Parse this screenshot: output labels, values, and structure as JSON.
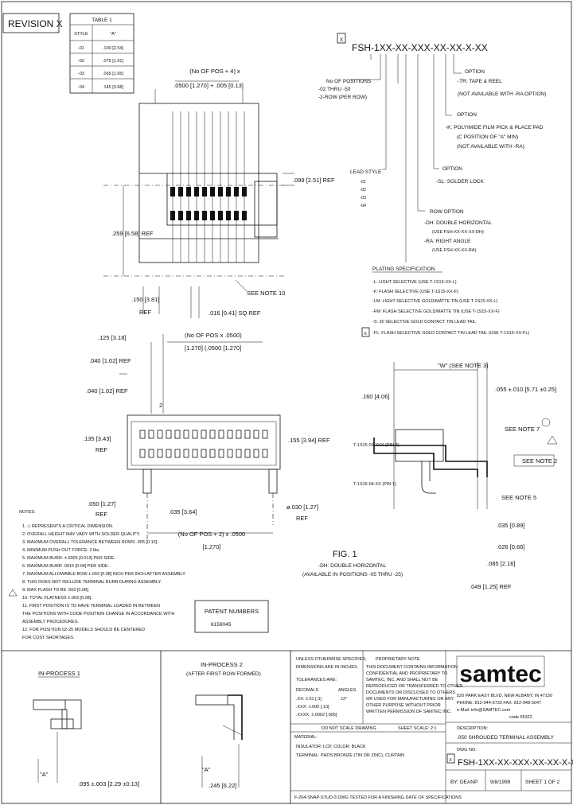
{
  "revision": "REVISION X",
  "table1": {
    "title": "TABLE 1",
    "headers": [
      "STYLE",
      "\"A\""
    ],
    "rows": [
      [
        "-01",
        ".100 [2.54]"
      ],
      [
        "-02",
        ".079 [1.91]"
      ],
      [
        "-03",
        ".065 [1.65]"
      ],
      [
        "-04",
        ".145 [3.68]"
      ]
    ]
  },
  "part": {
    "x_marker": "X",
    "number": "FSH-1XX-XX-XXX-XX-XX-X-XX"
  },
  "options": {
    "positions": [
      "No OF POSITIONS",
      "-02 THRU -50",
      "-2-ROW (PER ROW)"
    ],
    "tr": [
      "OPTION",
      "-TR: TAPE & REEL",
      "(NOT AVAILABLE WITH -RA OPTION)"
    ],
    "k": [
      "OPTION",
      "-K: POLYIMIDE FILM PICK & PLACE PAD",
      "(C POSITION OF \"A\" MIN)",
      "(NOT AVAILABLE WITH -RA)"
    ],
    "lead_style": [
      "LEAD STYLE",
      "-01",
      "-02",
      "-03",
      "-04"
    ],
    "sl": [
      "OPTION",
      "-SL: SOLDER LOCK"
    ],
    "row_option": [
      "ROW OPTION",
      "-DH: DOUBLE HORIZONTAL",
      "(USE FSH-XX-XX-XX-DH)",
      "-RA: RIGHT ANGLE",
      "(USE FSH-XX-XX-RA)"
    ],
    "plating": [
      "PLATING SPECIFICATION",
      "-L: LIGHT SELECTIVE (USE T-1S15-XX-L)",
      "-F: FLASH SELECTIVE (USE T-1S15-XX-F)",
      "-LM: LIGHT SELECTIVE GOLD/MATTE TIN (USE T-1S15-XX-L)",
      "-FM: FLASH SELECTIVE GOLD/MATTE TIN (USE T-1S15-XX-F)",
      "-S: 30 SELECTIVE GOLD CONTACT TIN LEAD TAIL"
    ],
    "plating_x": "X",
    "plating_last": "-FL: FLASH SELECTIVE GOLD CONTACT TIN LEAD TAIL (USE T-1S15-XX-FL)"
  },
  "dims": {
    "top_pitch": "(No OF POS + 4) x",
    "top_pitch2": ".0500 [1.270] + .005 [0.13]",
    "d099": ".099 [2.51] REF",
    "d259": ".259 [6.58] REF",
    "d150": ".150 [3.81]",
    "d150ref": "REF",
    "d016": ".016 [0.41] SQ REF",
    "see_note_10": "SEE NOTE 10",
    "d125": ".125 [3.18]",
    "d040a": ".040 [1.02] REF",
    "d040b": ".040 [1.02] REF",
    "pitch_mid": "(No OF POS x .0500)",
    "pitch_mid2": "[1.270] (.0500 [1.270]",
    "label_2": "2",
    "d135": ".135 [3.43]",
    "d135ref": "REF",
    "d155": ".155 [3.94] REF",
    "d050": ".050 [1.27]",
    "d050ref": "REF",
    "d035": ".035 [3.64]",
    "d030": "ø.030 [1.27]",
    "d030ref": "REF",
    "pitch_bot": "(No OF POS + 2) x .0500",
    "pitch_bot2": "[1.270]",
    "w_note": "\"W\" (SEE NOTE 3)",
    "d160": ".160 [4.06]",
    "d055": ".055 ±.010 [5.71 ±0.25]",
    "see_note_7": "SEE NOTE 7",
    "see_note_2": "SEE NOTE 2",
    "see_note_5": "SEE NOTE 5",
    "pin_top": "T-1S15-03-XXX (PIN 2)",
    "pin_bot": "T-1S15-04-XX (PIN 1)",
    "d035b": ".035 [0.89]",
    "d026": ".026 [0.66]",
    "d085": ".085 [2.16]",
    "d049": ".049 [1.25] REF"
  },
  "figure": {
    "title": "FIG. 1",
    "caption": [
      "-DH: DOUBLE HORIZONTAL",
      "(AVAILABLE IN POSITIONS -05 THRU -25)"
    ]
  },
  "notes": {
    "title": "NOTES:",
    "lines": [
      "1. ◇ REPRESENTS A CRITICAL DIMENSION.",
      "2. OVERALL HEIGHT MAY VARY WITH SOLDER QUALITY.",
      "3. MAXIMUM OVERALL TOLERANCE BETWEEN ROWS .005 [0.13].",
      "4. MINIMUM PUSH OUT FORCE: 2 lbs.",
      "5. MAXIMUM BURR: ±.0005 [0.013] PER SIDE.",
      "6. MAXIMUM BURR .0015 [0.04] PER SIDE.",
      "7. MAXIMUM ALLOWABLE BOW ±.003 [0.08] INCH PER INCH AFTER ASSEMBLY.",
      "8. THIS DOES NOT INCLUDE TERMINAL BURR DURING ASSEMBLY.",
      "9. MAX FLASH TO BE .003 [0.08].",
      "10. TOTAL FLATNESS ±.003 [0.08].",
      "11. FIRST POSITION IS TO HAVE TERMINAL LOADED IN BETWEEN",
      "    THE POSITIONS WITH CODE POSITION CHANGE IN ACCORDANCE WITH",
      "    ASSEMBLY PROCEDURES.",
      "12. FOR POSITION 02-25 MODELS SHOULD BE CENTERED",
      "    FOR COST SHORTAGES."
    ]
  },
  "patent": {
    "title": "PATENT NUMBERS",
    "value": "6159045"
  },
  "inprocess1": {
    "title": "IN-PROCESS 1",
    "a_label": "\"A\"",
    "dim": ".095 ±.003 [2.29 ±0.13]"
  },
  "inprocess2": {
    "title": "IN-PROCESS 2",
    "subtitle": "(AFTER FIRST ROW FORMED)",
    "a_label": "\"A\"",
    "dim": ".245 [6.22]"
  },
  "tolerance": {
    "header": [
      "UNLESS OTHERWISE SPECIFIED,",
      "DIMENSIONS ARE IN INCHES.",
      "TOLERANCES ARE:"
    ],
    "decimals": [
      "DECIMALS",
      ".XX: ±.01 [.3]",
      ".XXX: ±.005 [.13]",
      ".XXXX: ±.0002 [.005]"
    ],
    "angles_label": "ANGLES",
    "angles_value": "±2°",
    "dont_scale": "DO NOT SCALE DRAWING",
    "sheet_scale": "SHEET SCALE: 2:1"
  },
  "proprietary": {
    "title": "PROPRIETARY NOTE",
    "lines": [
      "THIS DOCUMENT CONTAINS INFORMATION",
      "CONFIDENTIAL AND PROPRIETARY TO",
      "SAMTEC, INC. AND SHALL NOT BE",
      "REPRODUCED OR TRANSFERRED TO OTHER",
      "DOCUMENTS OR DISCLOSED TO OTHERS",
      "OR USED FOR MANUFACTURING OR ANY",
      "OTHER PURPOSE WITHOUT PRIOR",
      "WRITTEN PERMISSION OF SAMTEC INC."
    ]
  },
  "material": {
    "title": "MATERIAL:",
    "lines": [
      "INSULATOR: LCP, COLOR: BLACK",
      "TERMINAL: PHOS BRONZE (TIN OR ZINC), CURTAIN"
    ],
    "footer": "F-204-SNAP-STUD-3 DWG TESTED FOR A FINISHING DATE OF SPECIFICATIONS"
  },
  "company": {
    "logo": "samtec",
    "lines": [
      "520 PARK EAST BLVD, NEW ALBANY, IN 47150",
      "PHONE: 812-944-6733  FAX: 812-948-5047",
      "e-Mail: info@SAMTEC.com",
      "code 55322"
    ]
  },
  "title_block": {
    "description_label": "DESCRIPTION:",
    "description": ".050 SHROUDED TERMINAL ASSEMBLY",
    "dwg_label": "DWG NO:",
    "x_marker": "X",
    "dwg_number": "FSH-1XX-XX-XXX-XX-XX-X-XX",
    "by": "BY: DEANP",
    "date": "9/8/1999",
    "sheet": "SHEET 1 OF 2"
  }
}
